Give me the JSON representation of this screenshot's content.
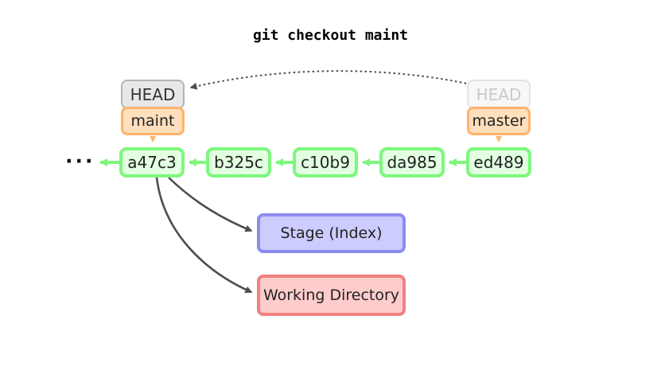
{
  "title": "git checkout maint",
  "left_ref": {
    "head": "HEAD",
    "branch": "maint"
  },
  "right_ref": {
    "head": "HEAD",
    "branch": "master"
  },
  "commits": [
    "a47c3",
    "b325c",
    "c10b9",
    "da985",
    "ed489"
  ],
  "ellipsis": "···",
  "areas": {
    "stage": "Stage (Index)",
    "working_directory": "Working Directory"
  },
  "colors": {
    "commit_fill": "#e2ffe2",
    "commit_border": "#7df77d",
    "branch_fill": "#ffdfbc",
    "branch_border": "#ffb36b",
    "head_fill": "#e8e8e8",
    "head_border": "#b4b4b4",
    "head_faded_fill": "#f7f7f7",
    "head_faded_border": "#e4e4e4",
    "head_faded_text": "#c9c9c9",
    "stage_fill": "#ccccff",
    "stage_border": "#8c8cf0",
    "working_fill": "#ffcccc",
    "working_border": "#f08080",
    "arrow_green": "#7df77d",
    "arrow_orange": "#ffb36b",
    "arrow_gray": "#4d4d4d"
  }
}
